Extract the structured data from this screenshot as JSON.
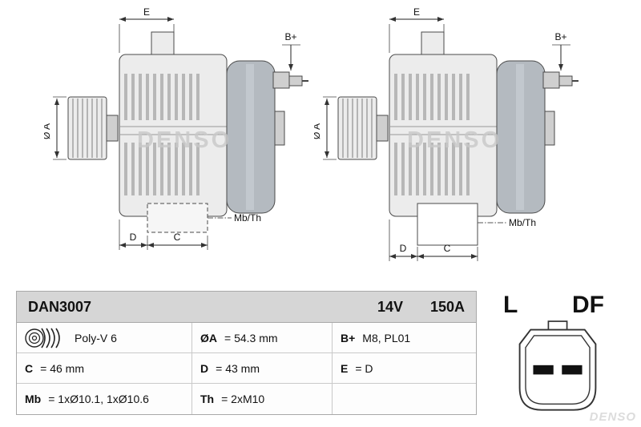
{
  "drawings": {
    "left": {
      "e": "E",
      "bplus": "B+",
      "oa": "Ø A",
      "mbth": "Mb/Th",
      "d": "D",
      "c": "C",
      "brand": "DENSO"
    },
    "right": {
      "e": "E",
      "bplus": "B+",
      "oa": "Ø A",
      "mbth": "Mb/Th",
      "d": "D",
      "c": "C",
      "brand": "DENSO"
    }
  },
  "spec_table": {
    "part_number": "DAN3007",
    "voltage": "14V",
    "current": "150A",
    "rows": [
      {
        "cells": [
          {
            "key": "",
            "val": "Poly-V 6"
          },
          {
            "key": "ØA",
            "val": "= 54.3 mm"
          },
          {
            "key": "B+",
            "val": "M8, PL01"
          }
        ]
      },
      {
        "cells": [
          {
            "key": "C",
            "val": "= 46 mm"
          },
          {
            "key": "D",
            "val": "= 43 mm"
          },
          {
            "key": "E",
            "val": "= D"
          }
        ]
      },
      {
        "cells": [
          {
            "key": "Mb",
            "val": "= 1xØ10.1, 1xØ10.6"
          },
          {
            "key": "Th",
            "val": "= 2xM10"
          },
          {
            "key": "",
            "val": ""
          }
        ]
      }
    ]
  },
  "connector": {
    "terminal_left": "L",
    "terminal_right": "DF"
  },
  "corner_brand": "DENSO"
}
